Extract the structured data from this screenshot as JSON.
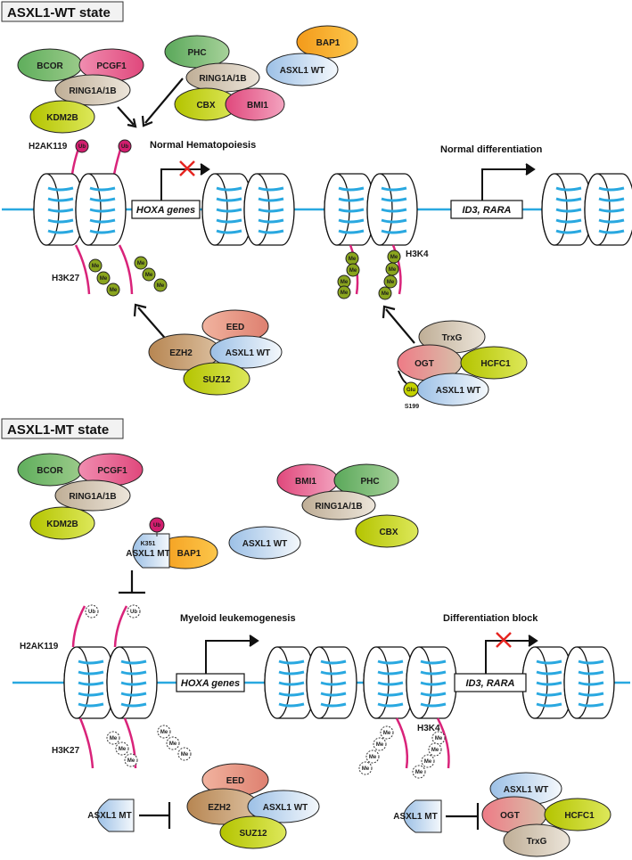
{
  "colors": {
    "dna": "#29a8e0",
    "histone_tail": "#d9237a",
    "ub": "#d21e6e",
    "me": "#8aa51e",
    "block_x": "#e52420",
    "bcor": "#6db56a",
    "pcgf1": "#e9638f",
    "ring": "#c8b8a0",
    "kdm2b": "#c4d200",
    "phc": "#6db56a",
    "cbx": "#c4d200",
    "bmi1": "#e9638f",
    "bap1": "#f6a81e",
    "asxl1": "#a9c9ea",
    "eed": "#e9a28f",
    "ezh2": "#c59a6a",
    "suz12": "#c4d200",
    "trxg": "#c8b8a0",
    "ogt": "#ec8f8f",
    "hcfc1": "#c4d200"
  },
  "wt": {
    "title": "ASXL1-WT state",
    "bcor": "BCOR",
    "pcgf1": "PCGF1",
    "ring": "RING1A/1B",
    "kdm2b": "KDM2B",
    "phc": "PHC",
    "ring2": "RING1A/1B",
    "cbx": "CBX",
    "bmi1": "BMI1",
    "bap1": "BAP1",
    "asxl1_wt": "ASXL1 WT",
    "h2ak119": "H2AK119",
    "ub": "Ub",
    "normal_hematopoiesis": "Normal Hematopoiesis",
    "hoxa": "HOXA genes",
    "normal_differentiation": "Normal differentiation",
    "id3_rara": "ID3, RARA",
    "h3k27": "H3K27",
    "h3k4": "H3K4",
    "me": "Me",
    "eed": "EED",
    "ezh2": "EZH2",
    "asxl1_wt2": "ASXL1 WT",
    "suz12": "SUZ12",
    "trxg": "TrxG",
    "ogt": "OGT",
    "hcfc1": "HCFC1",
    "glu": "Glu",
    "asxl1_wt3": "ASXL1 WT",
    "s199": "S199"
  },
  "mt": {
    "title": "ASXL1-MT state",
    "bcor": "BCOR",
    "pcgf1": "PCGF1",
    "ring": "RING1A/1B",
    "kdm2b": "KDM2B",
    "ub": "Ub",
    "k351": "K351",
    "asxl1_mt": "ASXL1 MT",
    "bap1": "BAP1",
    "asxl1_wt": "ASXL1 WT",
    "bmi1": "BMI1",
    "phc": "PHC",
    "ring2": "RING1A/1B",
    "cbx": "CBX",
    "h2ak119": "H2AK119",
    "myeloid_leukemogenesis": "Myeloid leukemogenesis",
    "hoxa": "HOXA genes",
    "differentiation_block": "Differentiation block",
    "id3_rara": "ID3, RARA",
    "h3k27": "H3K27",
    "h3k4": "H3K4",
    "me": "Me",
    "asxl1_mt2": "ASXL1 MT",
    "eed": "EED",
    "ezh2": "EZH2",
    "asxl1_wt2": "ASXL1 WT",
    "suz12": "SUZ12",
    "asxl1_mt3": "ASXL1 MT",
    "asxl1_wt3": "ASXL1 WT",
    "ogt": "OGT",
    "hcfc1": "HCFC1",
    "trxg": "TrxG"
  }
}
